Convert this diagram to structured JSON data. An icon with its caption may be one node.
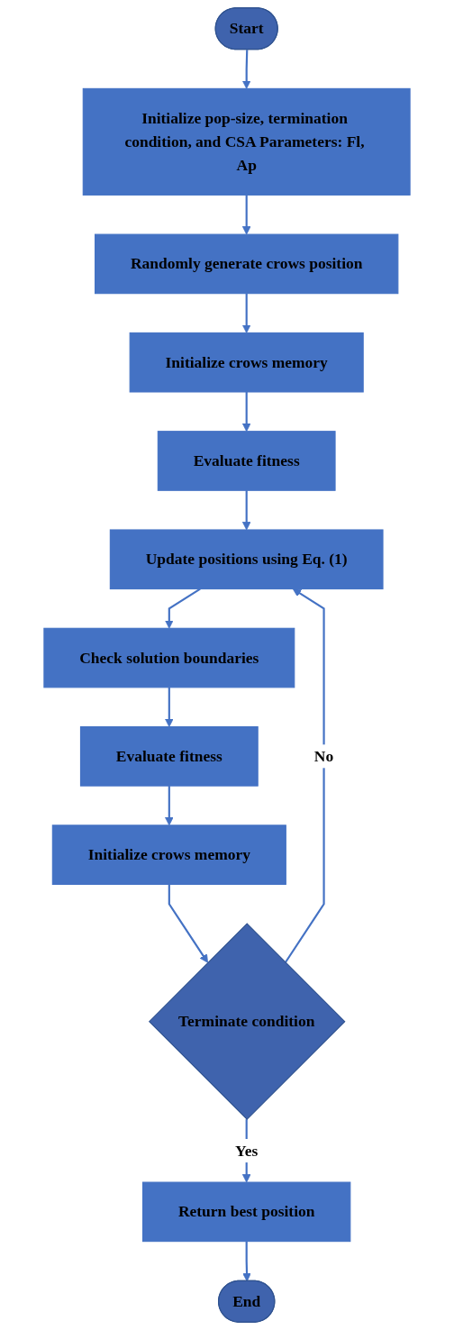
{
  "diagram": {
    "nodes": [
      {
        "text": [
          "Start"
        ]
      },
      {
        "text": [
          "Initialize pop-size, termination condition, and CSA Parameters: Fl, Ap"
        ]
      },
      {
        "text": [
          "Randomly generate crows position"
        ]
      },
      {
        "text": [
          "Initialize crows memory"
        ]
      },
      {
        "text": [
          "Evaluate fitness"
        ]
      },
      {
        "text": [
          "Update positions using Eq. (1)"
        ]
      },
      {
        "text": [
          "Check solution boundaries"
        ]
      },
      {
        "text": [
          "Evaluate fitness"
        ]
      },
      {
        "text": [
          "Initialize crows memory"
        ]
      },
      {
        "text": [
          "Terminate condition"
        ]
      },
      {
        "text": [
          "Return best position"
        ]
      },
      {
        "text": [
          "End"
        ]
      }
    ],
    "edges": [
      {
        "from": 0,
        "to": 1,
        "arrow": "to"
      },
      {
        "from": 1,
        "to": 2,
        "arrow": "to"
      },
      {
        "from": 2,
        "to": 3,
        "arrow": "to"
      },
      {
        "from": 3,
        "to": 4,
        "arrow": "to"
      },
      {
        "from": 4,
        "to": 5,
        "arrow": "to"
      },
      {
        "from": 5,
        "to": 6,
        "arrow": "to"
      },
      {
        "from": 6,
        "to": 7,
        "arrow": "to"
      },
      {
        "from": 7,
        "to": 8,
        "arrow": "to"
      },
      {
        "from": 8,
        "to": 9,
        "arrow": "to"
      },
      {
        "from": 9,
        "to": 5,
        "arrow": "to",
        "label": "No"
      },
      {
        "from": 9,
        "to": 10,
        "arrow": "to",
        "label": "Yes"
      },
      {
        "from": 10,
        "to": 11,
        "arrow": "to"
      }
    ]
  }
}
